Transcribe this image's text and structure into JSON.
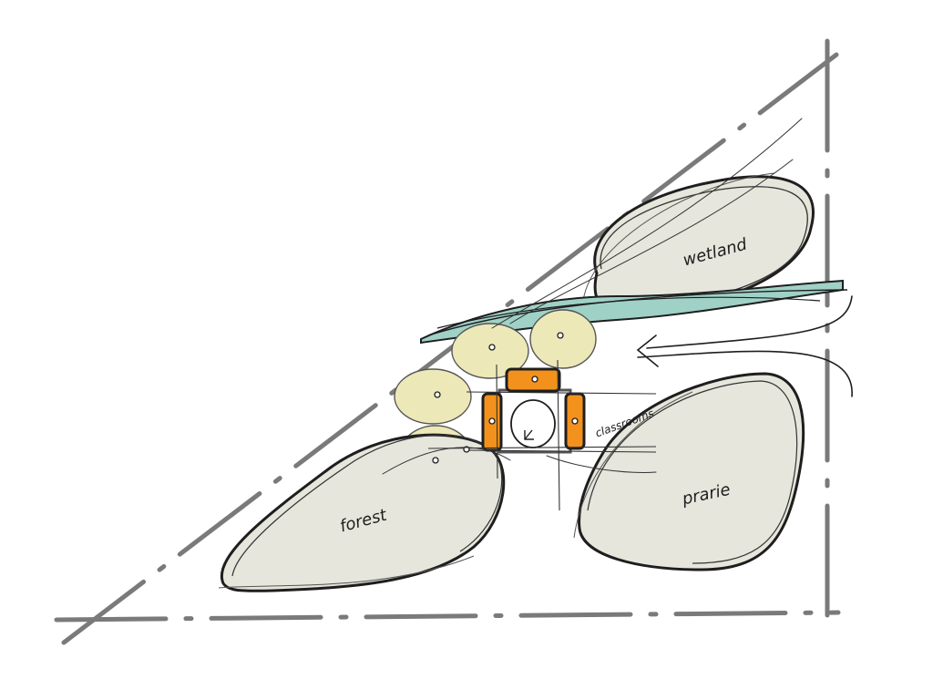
{
  "diagram": {
    "zones": [
      {
        "id": "wetland",
        "label": "wetland"
      },
      {
        "id": "forest",
        "label": "forest"
      },
      {
        "id": "prairie",
        "label": "prarie"
      }
    ],
    "building_label": "classrooms",
    "colors": {
      "ink": "#1e1e1e",
      "site_boundary": "#7a7a7a",
      "zone_fill": "#e6e6dc",
      "pod_fill": "#ece8b8",
      "water": "#9fd1c6",
      "classroom_fill": "#f2911c",
      "paper": "#ffffff"
    }
  }
}
